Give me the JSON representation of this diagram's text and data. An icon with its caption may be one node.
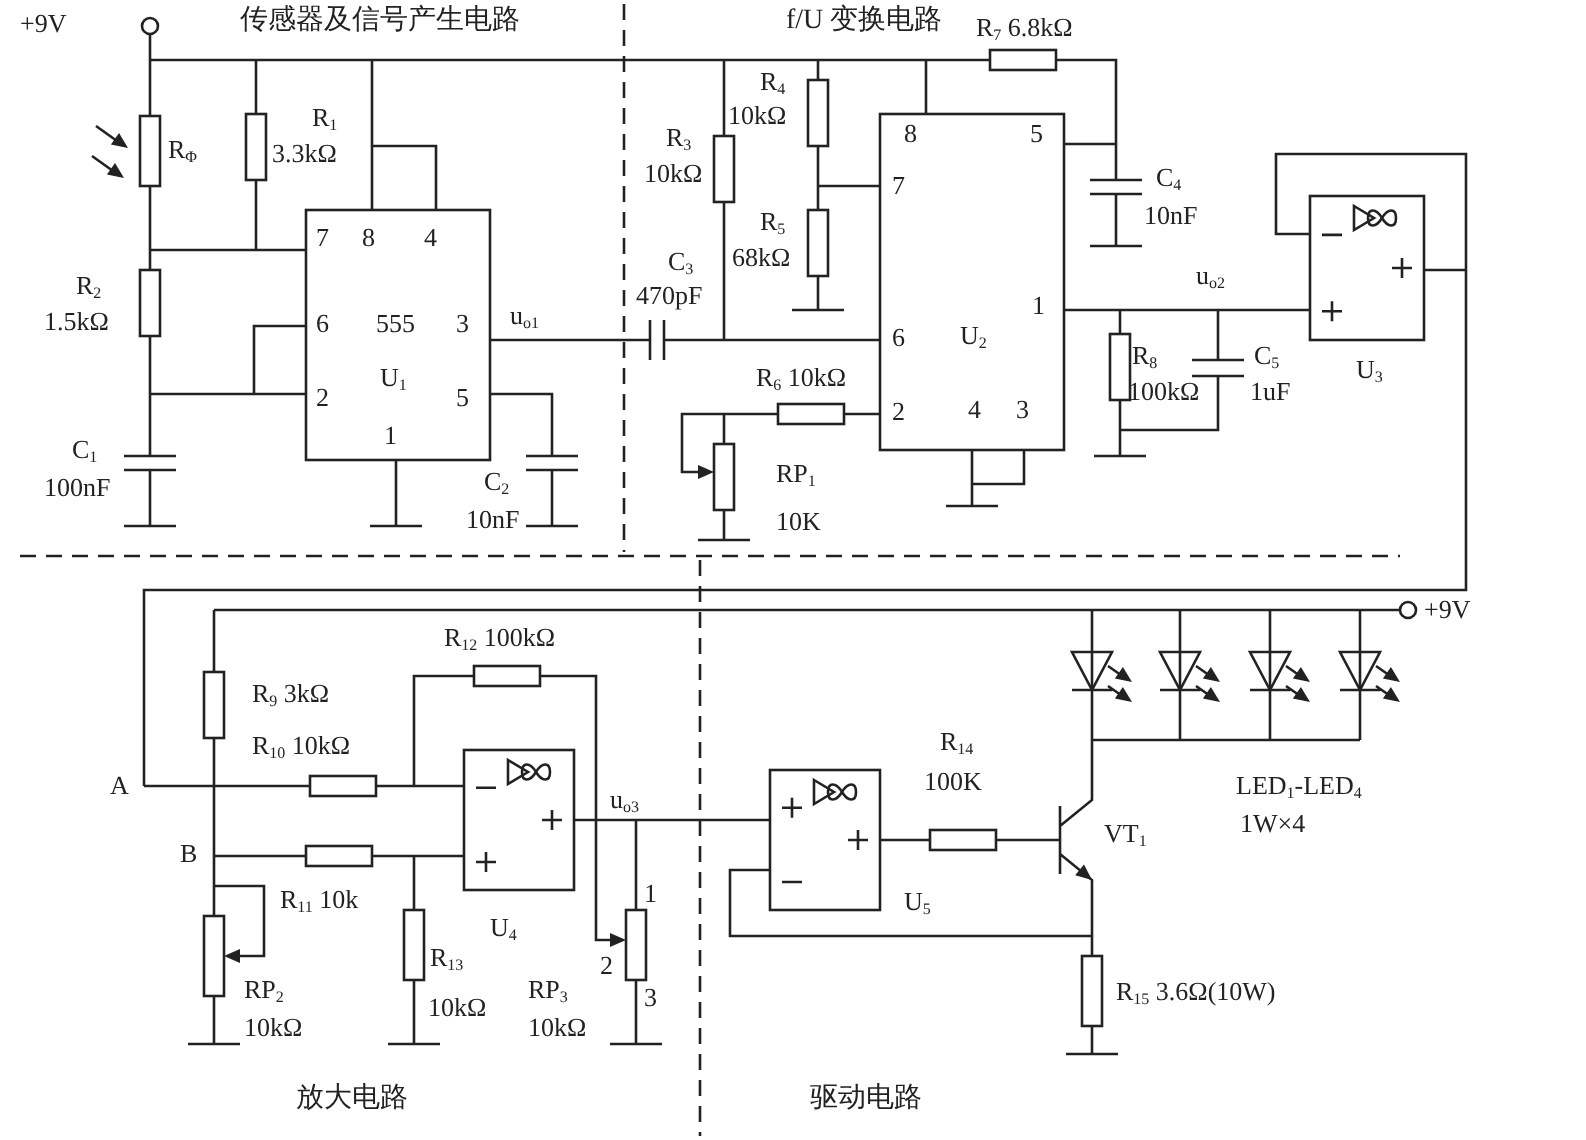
{
  "diagram": {
    "labels": [
      "+9V",
      "传感器及信号产生电路",
      "f/U 变换电路",
      "R$_{7}$ 6.8kΩ",
      "R$_{4}$",
      "10kΩ",
      "R$_{Φ}$",
      "R$_{1}$",
      "3.3kΩ",
      "R$_{3}$",
      "8",
      "5",
      "10kΩ",
      "7",
      "C$_{4}$",
      "R$_{5}$",
      "10nF",
      "7",
      "8",
      "4",
      "C$_{3}$",
      "68kΩ",
      "u$_{o2}$",
      "470pF",
      "R$_{2}$",
      "1",
      "1.5kΩ",
      "6",
      "555",
      "3",
      "u$_{o1}$",
      "6",
      "U$_{2}$",
      "U$_{1}$",
      "R$_{6}$ 10kΩ",
      "R$_{8}$",
      "C$_{5}$",
      "U$_{3}$",
      "2",
      "5",
      "2",
      "4",
      "3",
      "100kΩ",
      "1uF",
      "C$_{1}$",
      "1",
      "100nF",
      "C$_{2}$",
      "RP$_{1}$",
      "10nF",
      "10K",
      "+9V",
      "R$_{12}$ 100kΩ",
      "R$_{9}$ 3kΩ",
      "R$_{10}$ 10kΩ",
      "R$_{14}$",
      "A",
      "u$_{o3}$",
      "100K",
      "LED$_{1}$-LED$_{4}$",
      "VT$_{1}$",
      "1W×4",
      "B",
      "R$_{11}$ 10k",
      "1",
      "U$_{5}$",
      "U$_{4}$",
      "R$_{13}$",
      "2",
      "RP$_{2}$",
      "RP$_{3}$",
      "3",
      "R$_{15}$ 3.6Ω(10W)",
      "10kΩ",
      "10kΩ",
      "10kΩ",
      "放大电路",
      "驱动电路"
    ]
  }
}
